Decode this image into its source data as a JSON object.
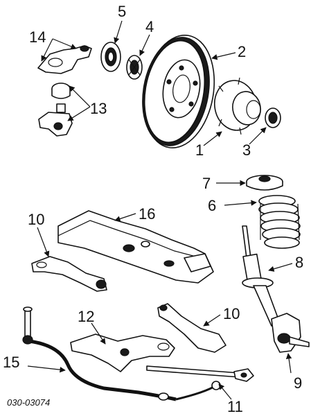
{
  "callouts": {
    "c1": "1",
    "c2": "2",
    "c3": "3",
    "c4": "4",
    "c5": "5",
    "c6": "6",
    "c7": "7",
    "c8": "8",
    "c9": "9",
    "c10a": "10",
    "c10b": "10",
    "c11": "11",
    "c12": "12",
    "c13": "13",
    "c14": "14",
    "c15": "15",
    "c16": "16"
  },
  "diagram_code": "030-03074"
}
